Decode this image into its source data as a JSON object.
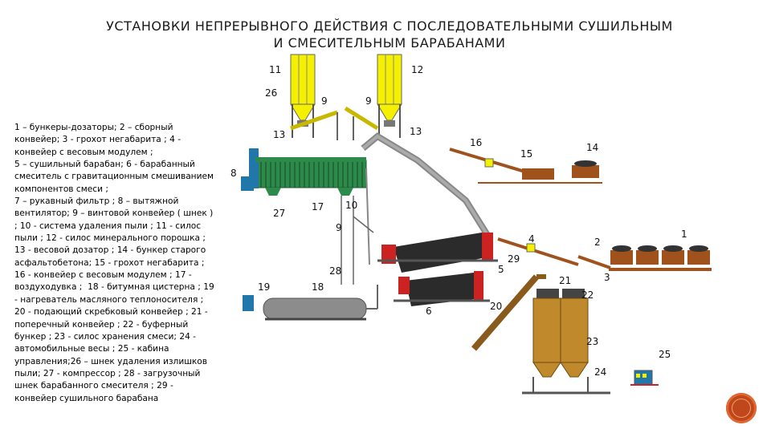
{
  "title_line1": "УСТАНОВКИ НЕПРЕРЫВНОГО ДЕЙСТВИЯ С ПОСЛЕДОВАТЕЛЬНЫМИ СУШИЛЬНЫМ",
  "title_line2": "И СМЕСИТЕЛЬНЫМ БАРАБАНАМИ",
  "legend": "1 – бункеры-дозаторы; 2 – сборный конвейер; 3 - грохот негабарита ; 4 - конвейер с весовым модулем ;\n5 – сушильный барабан; 6 - барабанный смеситель с гравитационным смешиванием компонентов смеси ;\n7 – рукавный фильтр ; 8 – вытяжной вентилятор; 9 – винтовой конвейер ( шнек ) ; 10 - система удаления пыли ; 11 - силос пыли ; 12 - силос минерального порошка ; 13 - весовой дозатор ; 14 - бункер старого асфальтобетона; 15 - грохот негабарита ; 16 - конвейер с весовым модулем ; 17 - воздуходувка ;  18 - битумная цистерна ; 19 - нагреватель масляного теплоносителя ; 20 - подающий скребковый конвейер ; 21 - поперечный конвейер ; 22 - буферный бункер ; 23 - силос хранения смеси; 24 - автомобильные весы ; 25 - кабина управления;26 – шнек удаления излишков пыли; 27 - компрессор ; 28 - загрузочный шнек барабанного смесителя ; 29 - конвейер сушильного барабана",
  "callouts": {
    "n1": "1",
    "n2": "2",
    "n3": "3",
    "n4": "4",
    "n5": "5",
    "n6": "6",
    "n8": "8",
    "n9a": "9",
    "n9b": "9",
    "n9c": "9",
    "n10": "10",
    "n11": "11",
    "n12": "12",
    "n13a": "13",
    "n13b": "13",
    "n14": "14",
    "n15": "15",
    "n16": "16",
    "n17": "17",
    "n18": "18",
    "n19": "19",
    "n20": "20",
    "n21": "21",
    "n22": "22",
    "n23": "23",
    "n24": "24",
    "n25": "25",
    "n26": "26",
    "n27": "27",
    "n28": "28",
    "n29": "29"
  },
  "colors": {
    "silo_yellow": "#f5f000",
    "aggregate_brown": "#a0521c",
    "steel_gray": "#888888",
    "drum_dark": "#333333",
    "filter_green": "#2e8a4a",
    "heater_blue": "#2277aa",
    "accent_red": "#cc2222",
    "badge": "#c0461c"
  },
  "icons": {
    "nav_badge": "next-slide-badge-icon"
  }
}
